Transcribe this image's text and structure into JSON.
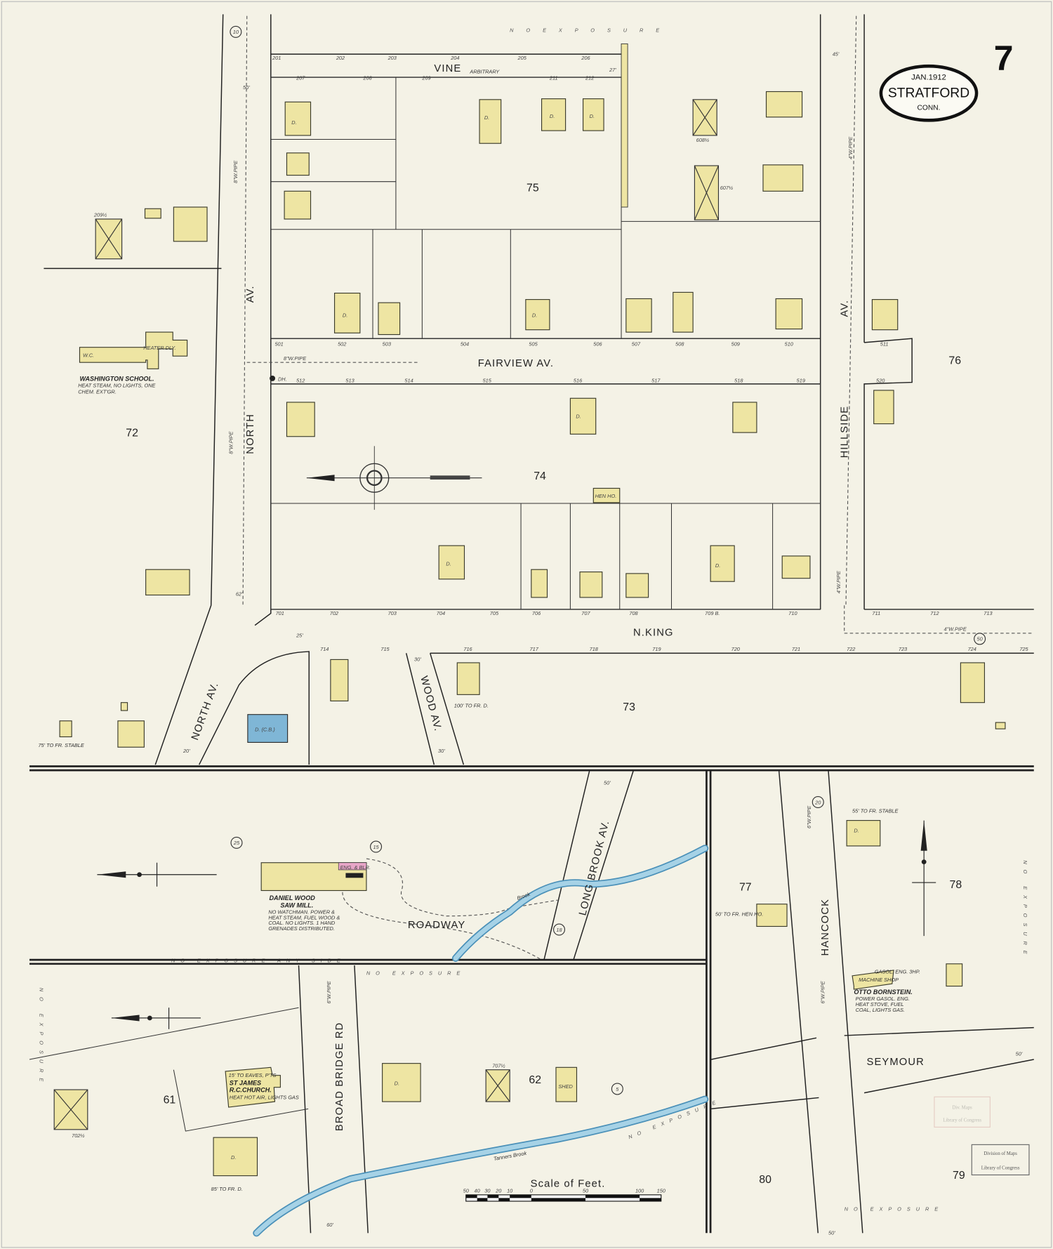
{
  "sheet": {
    "number": "7",
    "date": "JAN.1912",
    "town": "STRATFORD",
    "state": "CONN."
  },
  "colors": {
    "paper": "#f4f2e6",
    "dwelling": "#eee5a3",
    "brick": "#7fb6d6",
    "water": "#4a90b8",
    "special": "#e8a6c8"
  },
  "streets": {
    "vine": "VINE",
    "arbitrary": "ARBITRARY",
    "fairview": "FAIRVIEW AV.",
    "north_1": "NORTH",
    "north_1_av": "AV.",
    "north_2": "NORTH AV.",
    "hillside": "HILLSIDE",
    "hillside_av": "AV.",
    "n_king": "N.KING",
    "wood": "WOOD AV.",
    "long_brook": "LONG BROOK AV.",
    "broad_bridge": "BROAD BRIDGE RD",
    "hancock": "HANCOCK",
    "seymour": "SEYMOUR",
    "roadway": "ROADWAY"
  },
  "water": {
    "brook_1": "Brook",
    "brook_2": "Tanners Brook"
  },
  "blocks": [
    "72",
    "75",
    "74",
    "76",
    "73",
    "77",
    "78",
    "62",
    "61",
    "80",
    "79"
  ],
  "exposure": {
    "top": "N O E X P O S U R E",
    "mid": "NO EXPOSURE ANY SIDE",
    "mid2": "NO EXPOSURE",
    "right": "NO EXPOSURE",
    "bottom": "NO EXPOSURE",
    "left": "NO EXPOSURE",
    "brook": "NO EXPOSURE"
  },
  "pipes": {
    "p1": "8\"W.PIPE",
    "p2": "8\"W.PIPE",
    "p3": "8\"W.PIPE",
    "p4": "4\"W.PIPE",
    "p5": "4\"W.PIPE",
    "p6": "4\"W.PIPE",
    "p7": "6\"W.PIPE",
    "p8": "6\"W.PIPE",
    "p9": "6\"W.PIPE"
  },
  "landmarks": {
    "washington_school": {
      "name": "WASHINGTON SCHOOL.",
      "note1": "HEAT STEAM, NO LIGHTS, ONE",
      "note2": "CHEM. EXT'GR.",
      "heater": "HEATER DLY.",
      "wc": "W.C."
    },
    "sawmill": {
      "name1": "DANIEL WOOD",
      "name2": "SAW MILL.",
      "note1": "NO WATCHMAN. POWER &",
      "note2": "HEAT STEAM, FUEL WOOD &",
      "note3": "COAL. NO LIGHTS. 1 HAND",
      "note4": "GRENADES DISTRIBUTED.",
      "engine": "ENG. & BLR."
    },
    "church": {
      "name1": "ST JAMES",
      "name2": "R.C.CHURCH.",
      "height": "15' TO EAVES, P'TS",
      "note": "HEAT HOT AIR, LIGHTS GAS"
    },
    "machine_shop": {
      "name": "OTTO BORNSTEIN.",
      "shop": "MACHINE SHOP",
      "note1": "POWER GASOL. ENG.",
      "note2": "HEAT STOVE, FUEL",
      "note3": "COAL, LIGHTS GAS.",
      "garage": "GASOL. ENG. 3HP."
    }
  },
  "building_labels": {
    "dwelling": "D.",
    "hen_house": "HEN HO.",
    "shed": "SHED",
    "brick_dwelling": "D. (C.B.)",
    "stable_72": "75' TO FR. STABLE",
    "stable_78": "55' TO FR. STABLE",
    "hen_77": "50' TO FR. HEN HO.",
    "to_fr_d_73": "100' TO FR. D.",
    "to_fr_d_61": "85' TO FR. D.",
    "dh": "DH."
  },
  "house_numbers": {
    "vine_north": [
      "201",
      "202",
      "203",
      "204",
      "205",
      "206"
    ],
    "vine_south": [
      "207",
      "208",
      "209",
      "211",
      "212"
    ],
    "fairview_north": [
      "501",
      "502",
      "503",
      "504",
      "505",
      "506",
      "507",
      "508",
      "509",
      "510",
      "511"
    ],
    "fairview_south": [
      "512",
      "513",
      "514",
      "515",
      "516",
      "517",
      "518",
      "519",
      "520"
    ],
    "king_north": [
      "701",
      "702",
      "703",
      "704",
      "705",
      "706",
      "707",
      "708",
      "709 B.",
      "710",
      "711",
      "712",
      "713"
    ],
    "king_south": [
      "714",
      "715",
      "716",
      "717",
      "718",
      "719",
      "720",
      "721",
      "722",
      "723",
      "724",
      "725"
    ],
    "special": [
      "209½",
      "608½",
      "607½",
      "707½",
      "702½"
    ]
  },
  "hydrants": [
    "10",
    "25",
    "15",
    "18",
    "20",
    "5",
    "50"
  ],
  "scale": {
    "title": "Scale of Feet.",
    "ticks": [
      "50",
      "40",
      "30",
      "20",
      "10",
      "0",
      "50",
      "100",
      "150"
    ]
  },
  "stamps": {
    "stamp1_line1": "Division of Maps",
    "stamp1_line2": "Library of Congress",
    "stamp2_line1": "Div. Maps",
    "stamp2_line2": "Library of Congress"
  },
  "dimensions": [
    "50'",
    "30'",
    "27'",
    "62'",
    "25'",
    "20'",
    "30'",
    "50'",
    "60'",
    "45'",
    "50'",
    "50'"
  ]
}
